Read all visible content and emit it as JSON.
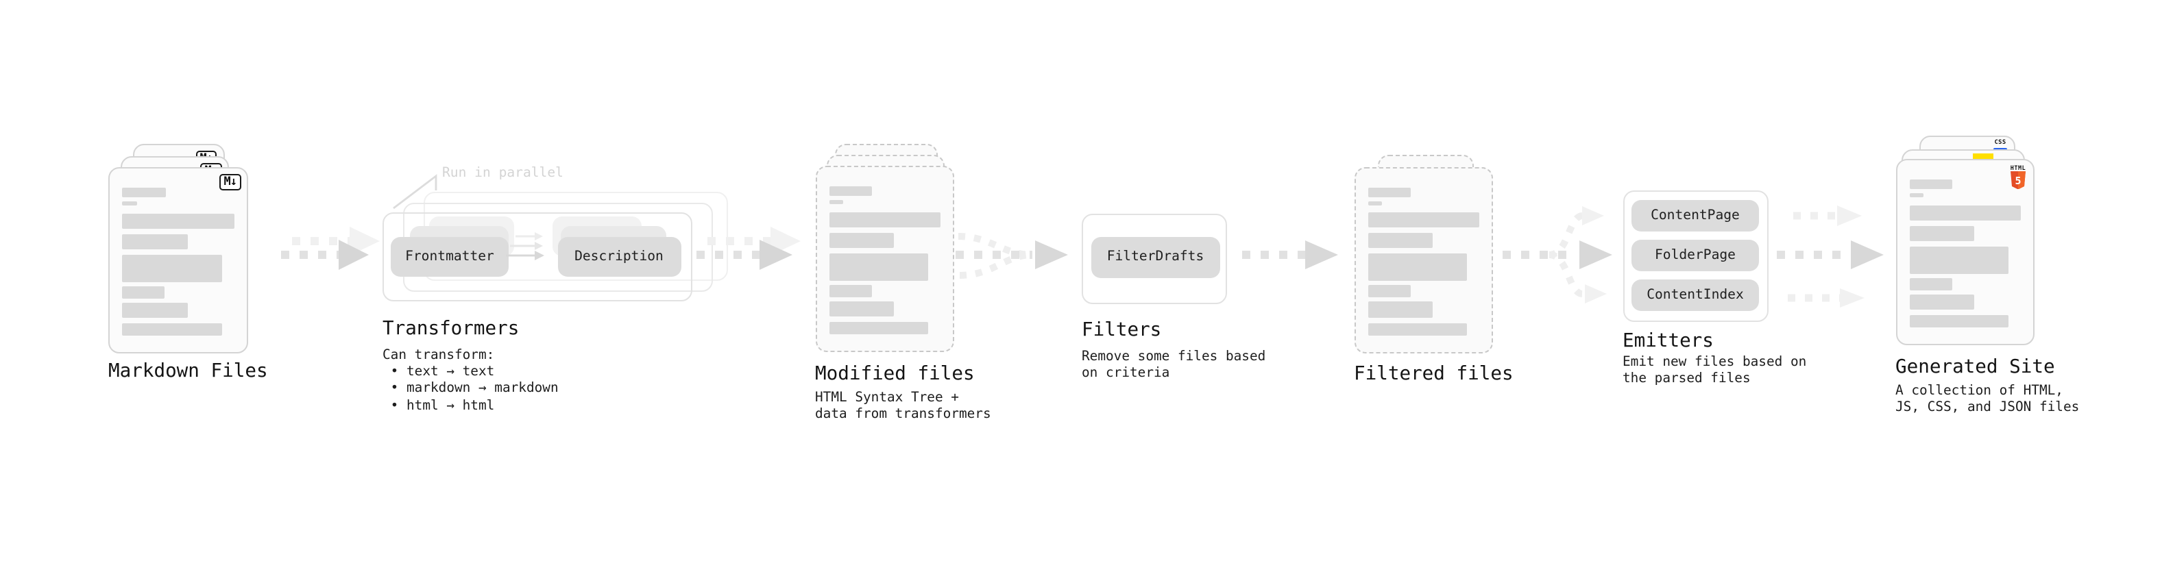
{
  "colors": {
    "html5": "#e44d26",
    "html5_light": "#f16529",
    "js": "#ffdf00",
    "css": "#2864f0"
  },
  "file_bars": [
    [
      31.7,
      7,
      0
    ],
    [
      10.8,
      3,
      3.2
    ],
    [
      81.7,
      11,
      5.7
    ],
    [
      47.5,
      11,
      4
    ],
    [
      72.5,
      20,
      4
    ],
    [
      31.3,
      9,
      3
    ],
    [
      47.5,
      11.5,
      3
    ],
    [
      72.5,
      9,
      3.8
    ]
  ],
  "markdown": {
    "label": "Markdown Files",
    "badge": "M↓"
  },
  "transformers": {
    "label": "Transformers",
    "callout": "Run in parallel",
    "pills": [
      "Frontmatter",
      "Description"
    ],
    "note": [
      "Can transform:",
      " • text → text",
      " • markdown → markdown",
      " • html → html"
    ]
  },
  "modified": {
    "label": "Modified files",
    "note": [
      "HTML Syntax Tree +",
      "data from transformers"
    ]
  },
  "filters": {
    "label": "Filters",
    "pill": "FilterDrafts",
    "note": [
      "Remove some files based",
      "on criteria"
    ]
  },
  "filtered": {
    "label": "Filtered files"
  },
  "emitters": {
    "label": "Emitters",
    "pills": [
      "ContentPage",
      "FolderPage",
      "ContentIndex"
    ],
    "note": [
      "Emit new files based on",
      "the parsed files"
    ]
  },
  "generated": {
    "label": "Generated Site",
    "badges": {
      "html_text": "HTML",
      "html_number": "5",
      "css_text": "CSS"
    },
    "note": [
      "A collection of HTML,",
      "JS, CSS, and JSON files"
    ]
  }
}
